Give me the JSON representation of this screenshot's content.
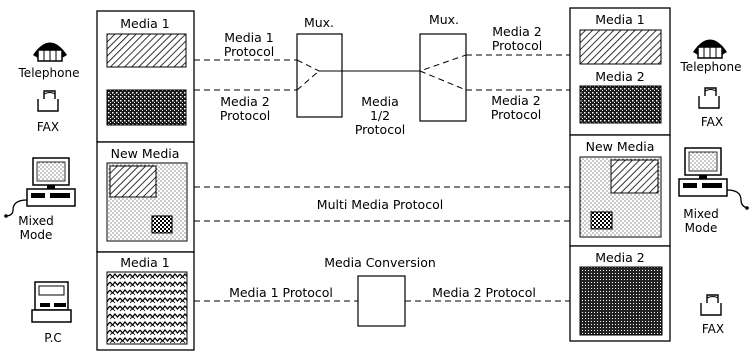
{
  "left": {
    "panels": {
      "top_title": "Media 1",
      "middle_title": "New Media",
      "bottom_title": "Media 1"
    },
    "devices": {
      "telephone": "Telephone",
      "fax": "FAX",
      "mixed_mode_line1": "Mixed",
      "mixed_mode_line2": "Mode",
      "pc": "P.C"
    }
  },
  "right": {
    "panels": {
      "top_title_1": "Media 1",
      "top_title_2": "Media 2",
      "middle_title": "New Media",
      "bottom_title": "Media 2"
    },
    "devices": {
      "telephone": "Telephone",
      "fax_top": "FAX",
      "mixed_mode_line1": "Mixed",
      "mixed_mode_line2": "Mode",
      "fax_bottom": "FAX"
    }
  },
  "center": {
    "mux_left": "Mux.",
    "mux_right": "Mux.",
    "left_protocol_1_line1": "Media 1",
    "left_protocol_1_line2": "Protocol",
    "left_protocol_2_line1": "Media 2",
    "left_protocol_2_line2": "Protocol",
    "right_protocol_2_line1": "Media 2",
    "right_protocol_2_line2": "Protocol",
    "right_protocol_2b_line1": "Media 2",
    "right_protocol_2b_line2": "Protocol",
    "shared_protocol_line1": "Media",
    "shared_protocol_line2": "1/2",
    "shared_protocol_line3": "Protocol",
    "multimedia_protocol": "Multi Media Protocol",
    "conversion_title": "Media Conversion",
    "conversion_left": "Media 1 Protocol",
    "conversion_right": "Media 2 Protocol"
  }
}
